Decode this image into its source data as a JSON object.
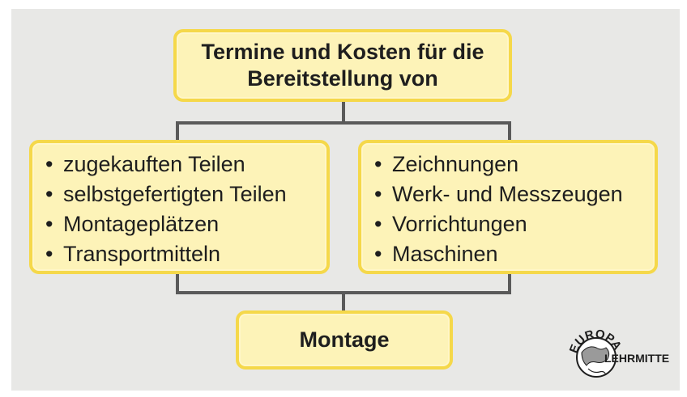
{
  "top_box": {
    "line1": "Termine und Kosten für die",
    "line2": "Bereitstellung von"
  },
  "left_box": {
    "items": [
      "zugekauften Teilen",
      "selbstgefertigten Teilen",
      "Montageplätzen",
      "Transportmitteln"
    ]
  },
  "right_box": {
    "items": [
      "Zeichnungen",
      "Werk- und Messzeugen",
      "Vorrichtungen",
      "Maschinen"
    ]
  },
  "bottom_box": {
    "label": "Montage"
  },
  "bullet": "•",
  "logo": {
    "word_top": "EUROPA",
    "word_side": "LEHRMITTEL"
  },
  "colors": {
    "box_fill": "#fdf3b8",
    "box_border": "#f5d84a",
    "line": "#5a5a5a",
    "background": "#e8e8e6"
  }
}
